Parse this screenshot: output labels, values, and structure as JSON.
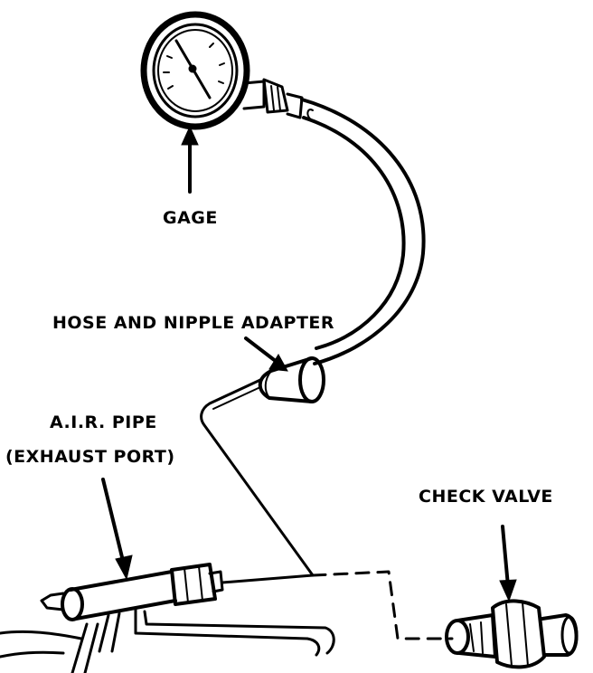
{
  "labels": {
    "gage": "GAGE",
    "hose_adapter": "HOSE AND NIPPLE ADAPTER",
    "air_pipe_line1": "A.I.R. PIPE",
    "air_pipe_line2": "(EXHAUST PORT)",
    "check_valve": "CHECK VALVE"
  },
  "colors": {
    "ink": "#000000",
    "paper": "#ffffff"
  }
}
